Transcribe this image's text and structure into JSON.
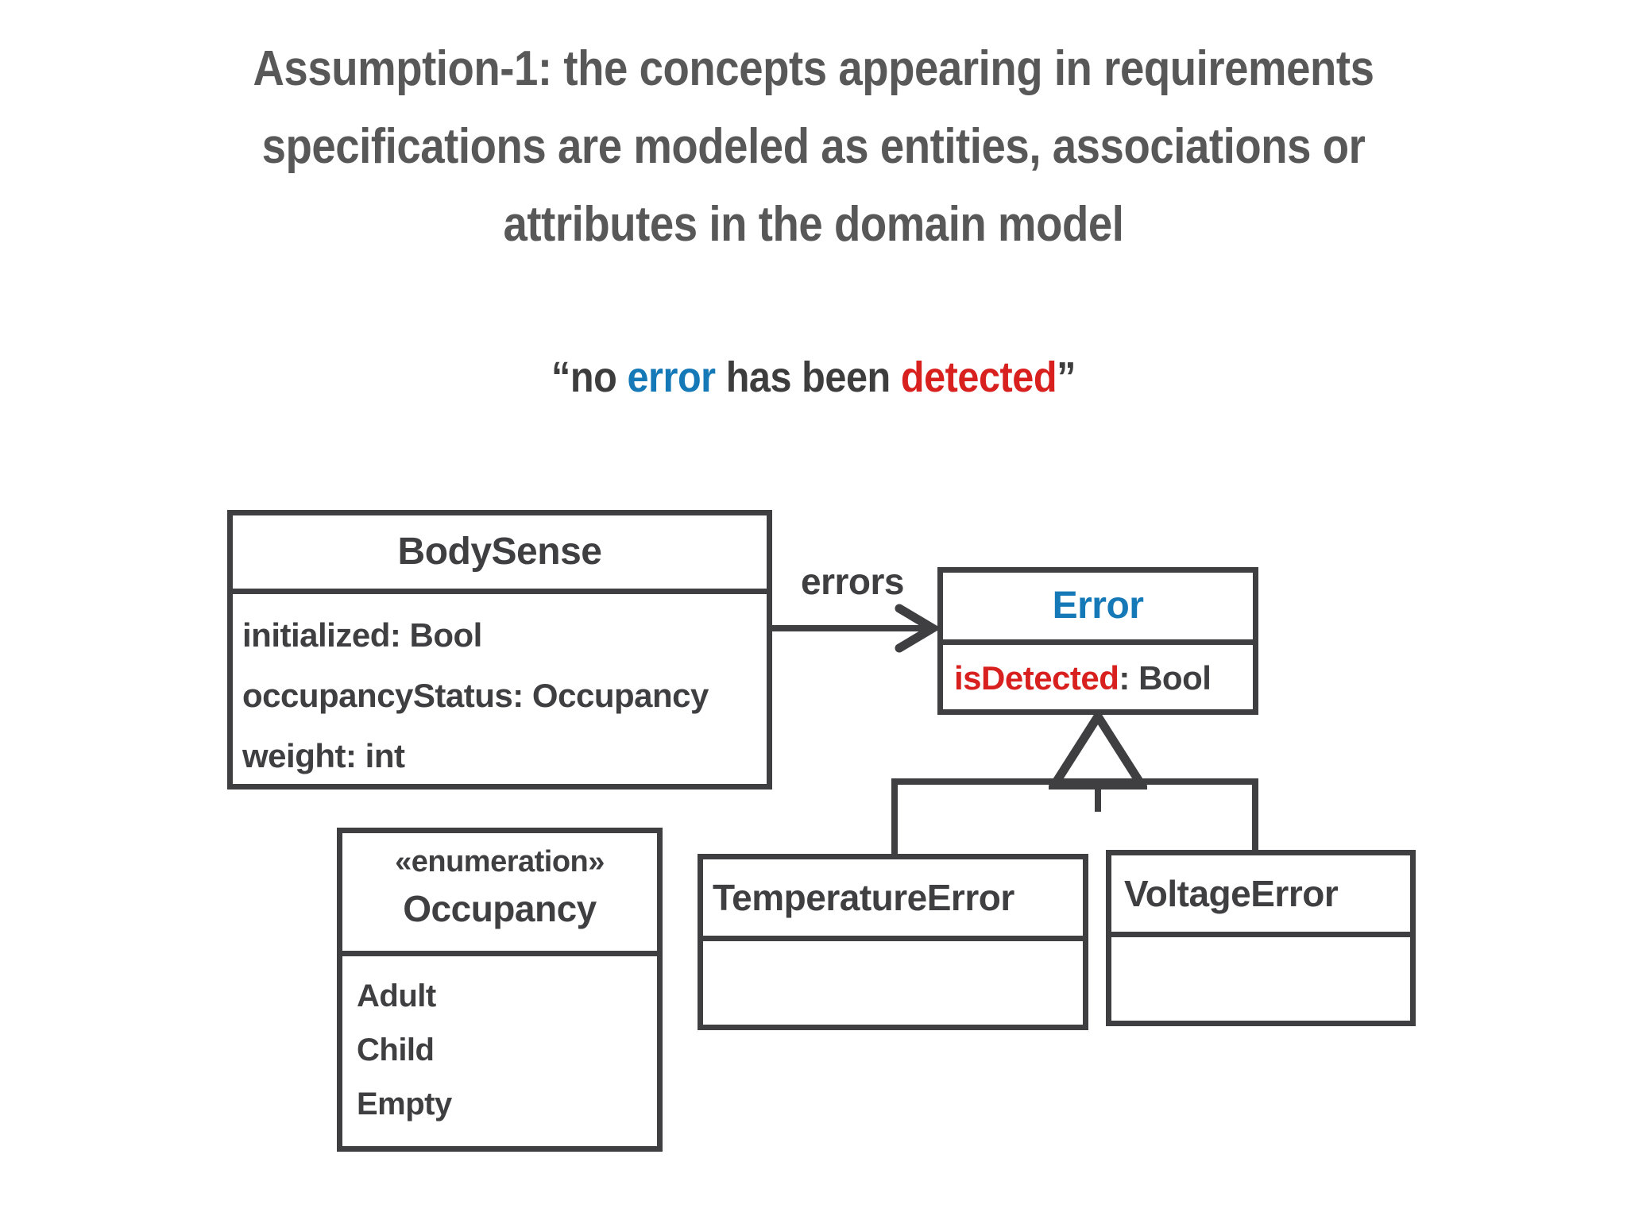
{
  "slide": {
    "title_lines": [
      "Assumption-1: the concepts appearing in requirements",
      "specifications are modeled as entities, associations or",
      "attributes in the domain model"
    ],
    "quote": {
      "open_quote": "“",
      "part1": "no ",
      "highlight_error": "error",
      "part2": " has been ",
      "highlight_detected": "detected",
      "close_quote": "”"
    }
  },
  "colors": {
    "title_gray": "#585858",
    "body_gray": "#3f3f42",
    "accent_blue": "#1579b8",
    "accent_red": "#d8201f",
    "background": "#ffffff"
  },
  "diagram": {
    "type": "uml-class-diagram",
    "classes": [
      {
        "id": "bodysense",
        "name": "BodySense",
        "attributes": [
          "initialized: Bool",
          "occupancyStatus: Occupancy",
          " weight: int"
        ]
      },
      {
        "id": "error",
        "name": "Error",
        "name_color": "#1579b8",
        "attribute_name": "isDetected",
        "attribute_name_color": "#d8201f",
        "attribute_type": ": Bool"
      },
      {
        "id": "temperatureerror",
        "name": "TemperatureError",
        "attributes": []
      },
      {
        "id": "voltageerror",
        "name": "VoltageError",
        "attributes": []
      }
    ],
    "enumerations": [
      {
        "id": "occupancy",
        "stereotype": "«enumeration»",
        "name": "Occupancy",
        "literals": [
          "Adult",
          "Child",
          "Empty"
        ]
      }
    ],
    "associations": [
      {
        "from": "bodysense",
        "to": "error",
        "label": "errors",
        "arrow": "open-arrow"
      }
    ],
    "generalizations": [
      {
        "from": "temperatureerror",
        "to": "error",
        "arrow": "hollow-triangle"
      },
      {
        "from": "voltageerror",
        "to": "error",
        "arrow": "hollow-triangle"
      }
    ]
  }
}
